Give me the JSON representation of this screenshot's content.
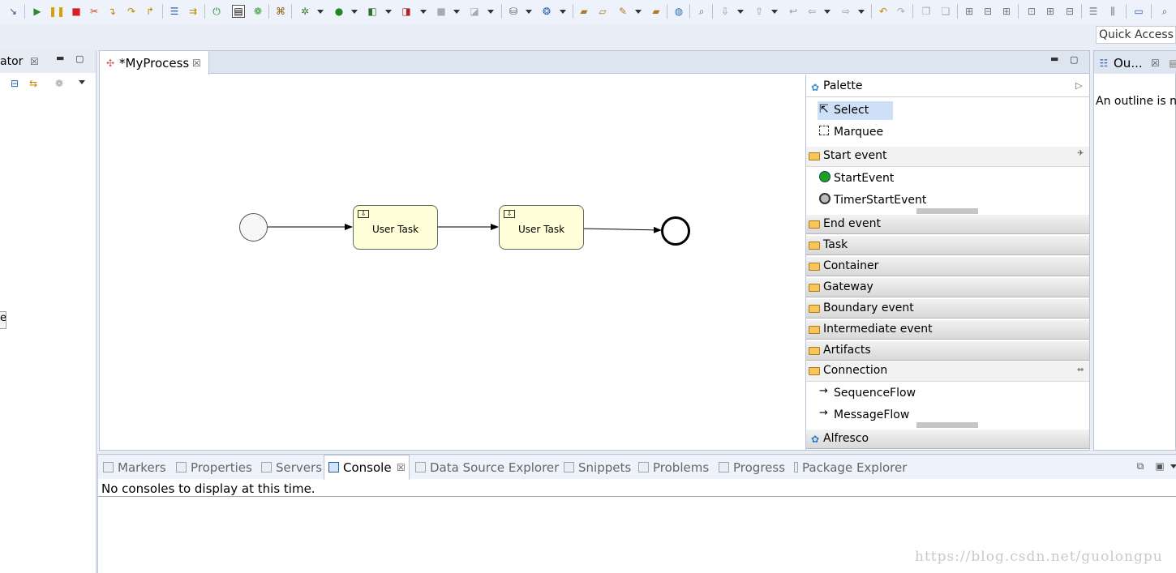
{
  "toolbar": {
    "icons": [
      "debug-skip-icon",
      "resume-icon",
      "suspend-icon",
      "terminate-icon",
      "disconnect-icon",
      "step-into-icon",
      "step-over-icon",
      "step-return-icon",
      "drop-to-frame-icon",
      "use-step-filters-icon",
      "spring-boot-icon",
      "toggle-breakpoint-view-icon",
      "spring-icon",
      "open-type-icon",
      "debug-icon",
      "run-icon",
      "coverage-icon",
      "profile-icon",
      "external-tools-icon",
      "stop-icon",
      "new-server-icon",
      "new-project-icon",
      "open-folder-icon",
      "open-task-icon",
      "deploy-icon",
      "open-file-icon",
      "globe-icon",
      "search-icon",
      "next-annotation-icon",
      "prev-annotation-icon",
      "last-edit-icon",
      "back-icon",
      "forward-icon",
      "undo-icon",
      "redo-icon",
      "copy-icon",
      "paste-icon",
      "layout-icon",
      "align-icon",
      "distribute-icon",
      "match-size-icon",
      "grid-icon",
      "snap-icon",
      "zoom-in-icon",
      "zoom-out-icon",
      "minimize-icon",
      "search-icon"
    ],
    "quick_access_placeholder": "Quick Access"
  },
  "navigator": {
    "tab_label": "ator",
    "side_fragment": "e"
  },
  "editor": {
    "tab_label": "*MyProcess",
    "diagram": {
      "task1_label": "User Task",
      "task2_label": "User Task"
    }
  },
  "palette": {
    "title": "Palette",
    "tools": [
      "Select",
      "Marquee"
    ],
    "drawers": {
      "start_event": "Start event",
      "end_event": "End event",
      "task": "Task",
      "container": "Container",
      "gateway": "Gateway",
      "boundary_event": "Boundary event",
      "intermediate_event": "Intermediate event",
      "artifacts": "Artifacts",
      "connection": "Connection",
      "alfresco": "Alfresco"
    },
    "start_entries": [
      "StartEvent",
      "TimerStartEvent"
    ],
    "connection_entries": [
      "SequenceFlow",
      "MessageFlow"
    ]
  },
  "outline": {
    "tab_label": "Ou...",
    "message": "An outline is n"
  },
  "bottom": {
    "tabs": [
      "Markers",
      "Properties",
      "Servers",
      "Console",
      "Data Source Explorer",
      "Snippets",
      "Problems",
      "Progress",
      "Package Explorer"
    ],
    "active_tab": "Console",
    "console_message": "No consoles to display at this time."
  },
  "watermark": "https://blog.csdn.net/guolongpu",
  "colors": {
    "task_fill": "#fefed8",
    "start_event_fill": "#f7f7f7",
    "accent": "#1a4f9c"
  }
}
